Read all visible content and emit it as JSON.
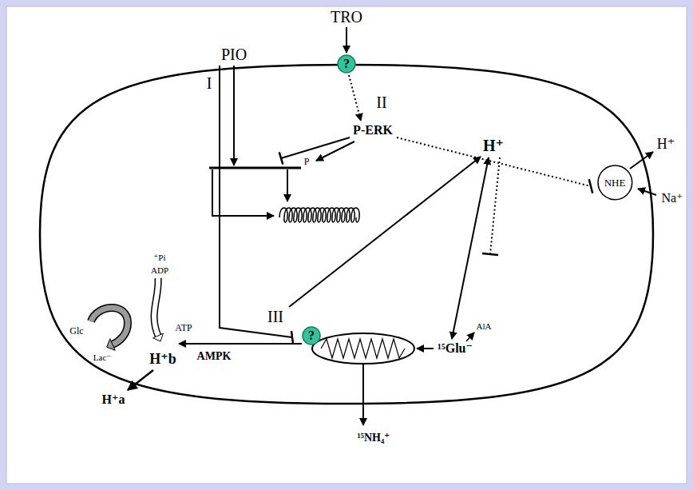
{
  "diagram": {
    "nodes": [
      {
        "text": [
          "?"
        ]
      },
      {
        "text": [
          "NHE"
        ]
      },
      {
        "text": [
          "?"
        ]
      }
    ],
    "labels": [
      "TRO",
      "PIO",
      "I",
      "II",
      "P-ERK",
      "P",
      "H⁺",
      "H⁺",
      "Na⁺",
      "III",
      "ATP",
      "⁺Pi",
      "ADP",
      "Glc",
      "Lac⁻",
      "H⁺b",
      "H⁺a",
      "AMPK",
      "¹⁵Glu⁻",
      "AlA",
      "¹⁵NH₄⁺"
    ]
  }
}
